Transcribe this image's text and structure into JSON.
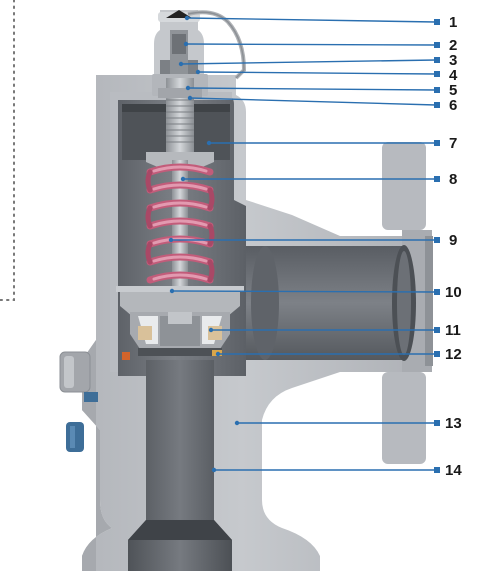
{
  "diagram": {
    "colors": {
      "body": "#b9bcc0",
      "body_dark": "#8f9398",
      "body_light": "#cfd2d6",
      "cavity": "#6c7076",
      "cavity_dark": "#55595e",
      "spring": "#cf6a86",
      "spring_light": "#e7a3b7",
      "leader": "#2a6fb0",
      "bolt": "#3e6e98",
      "gasket": "#d2642b",
      "seal_ring": "#d9c19a"
    },
    "callouts": [
      {
        "label": "1"
      },
      {
        "label": "2"
      },
      {
        "label": "3"
      },
      {
        "label": "4"
      },
      {
        "label": "5"
      },
      {
        "label": "6"
      },
      {
        "label": "7"
      },
      {
        "label": "8"
      },
      {
        "label": "9"
      },
      {
        "label": "10"
      },
      {
        "label": "11"
      },
      {
        "label": "12"
      },
      {
        "label": "13"
      },
      {
        "label": "14"
      }
    ]
  }
}
